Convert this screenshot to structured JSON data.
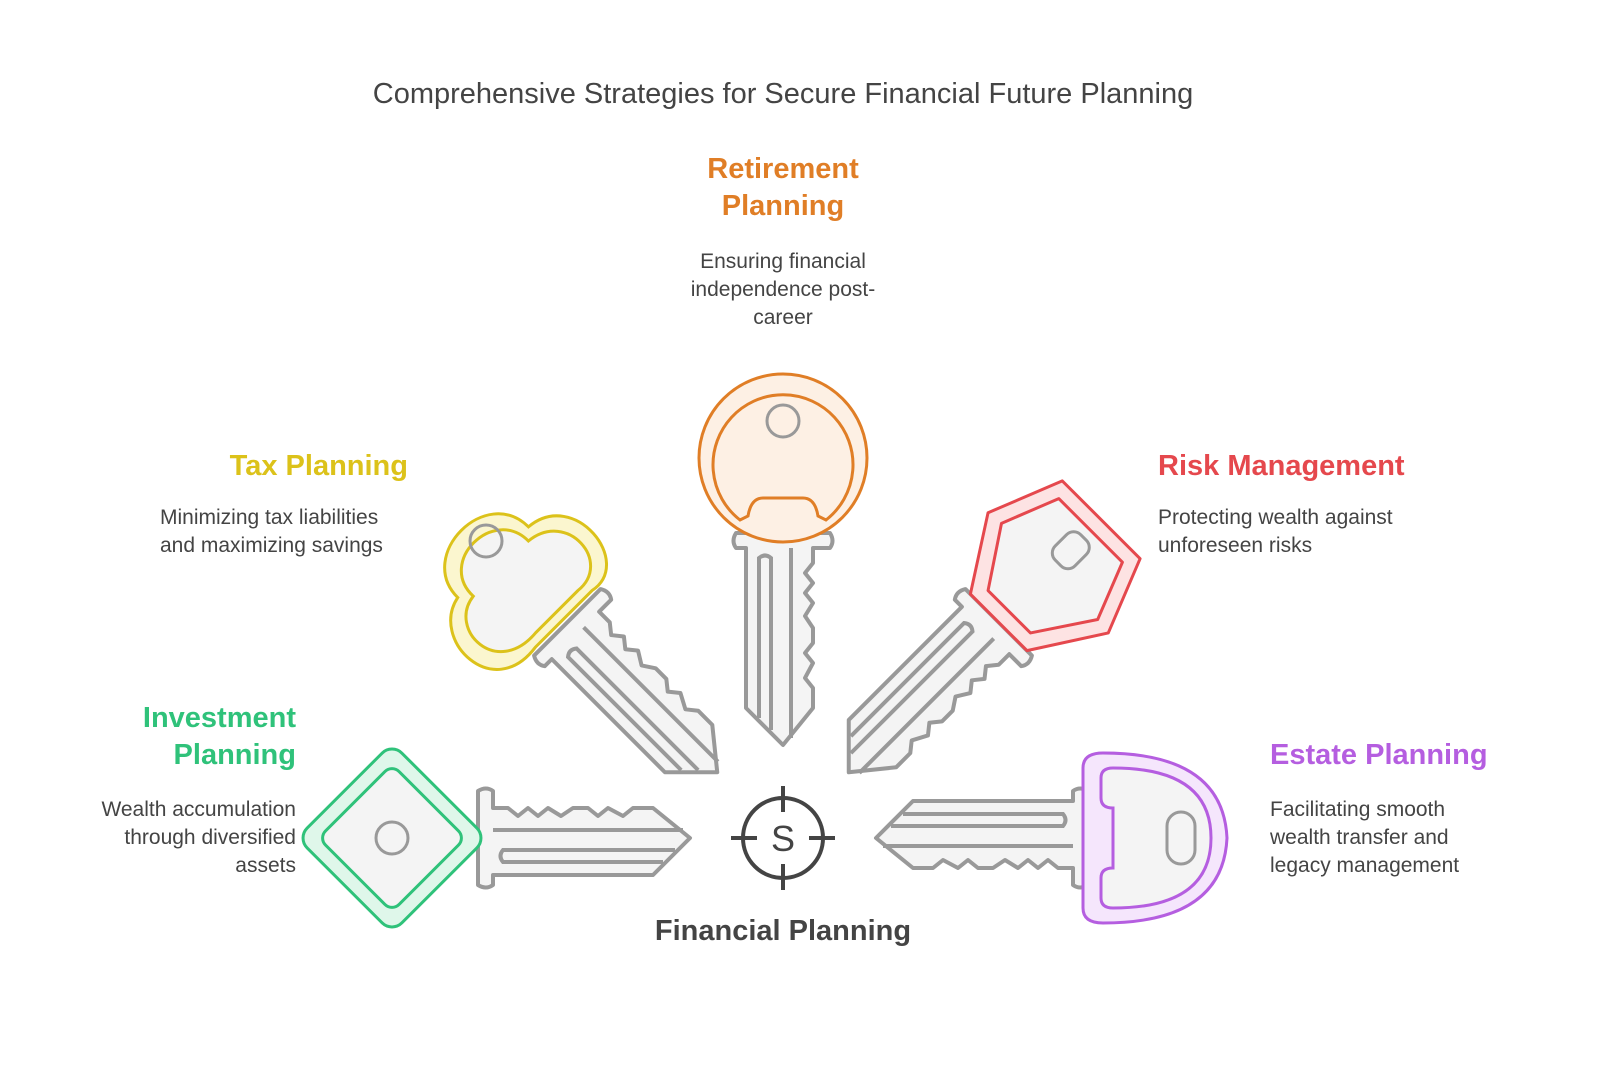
{
  "title": "Comprehensive Strategies for Secure Financial Future Planning",
  "center": {
    "label": "Financial Planning",
    "icon": "dollar-target-icon"
  },
  "items": [
    {
      "title": "Retirement Planning",
      "desc": "Ensuring financial independence post-career",
      "color": "#e07e26"
    },
    {
      "title": "Tax Planning",
      "desc": "Minimizing tax liabilities and maximizing savings",
      "color": "#dcc21a"
    },
    {
      "title": "Risk Management",
      "desc": "Protecting wealth against unforeseen risks",
      "color": "#e5484d"
    },
    {
      "title": "Investment Planning",
      "desc": "Wealth accumulation through diversified assets",
      "color": "#2fc27a"
    },
    {
      "title": "Estate Planning",
      "desc": "Facilitating smooth wealth transfer and legacy management",
      "color": "#b55ee0"
    }
  ]
}
